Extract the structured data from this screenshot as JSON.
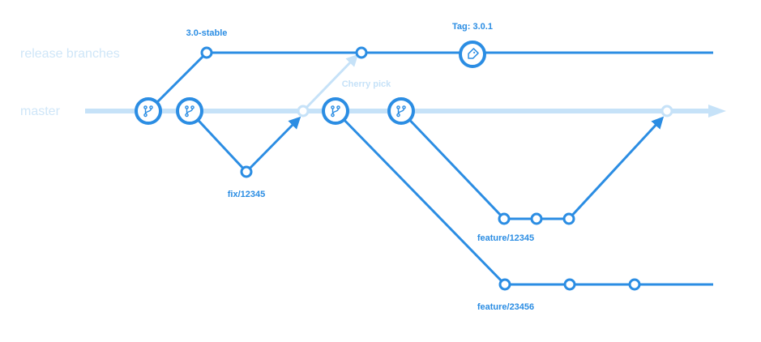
{
  "colors": {
    "primary": "#2b8de3",
    "light": "#c6e2f8",
    "lane_text": "#cfe6f8",
    "background": "#ffffff"
  },
  "lanes": {
    "release": "release branches",
    "master": "master"
  },
  "labels": {
    "stable_branch": "3.0-stable",
    "tag": "Tag: 3.0.1",
    "cherry_pick": "Cherry pick",
    "fix_branch": "fix/12345",
    "feature_a": "feature/12345",
    "feature_b": "feature/23456"
  },
  "icons": {
    "branch": "git-branch-icon",
    "tag": "tag-icon"
  }
}
